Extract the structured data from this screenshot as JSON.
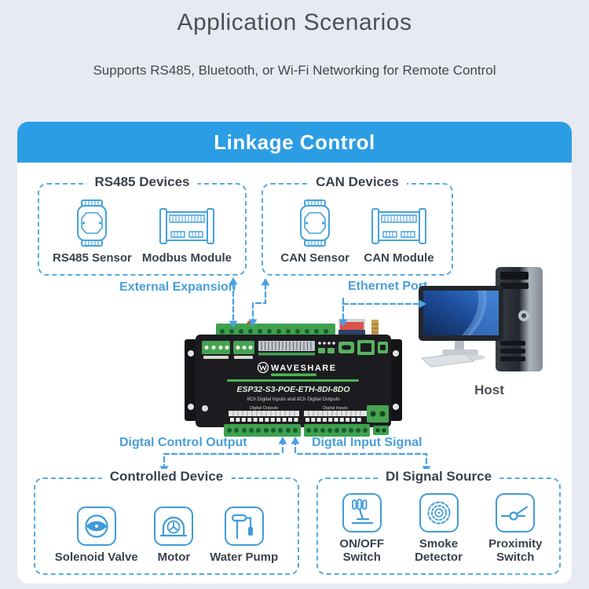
{
  "page": {
    "title": "Application Scenarios",
    "subtitle": "Supports RS485, Bluetooth, or Wi-Fi Networking for Remote Control"
  },
  "card": {
    "header": "Linkage Control"
  },
  "colors": {
    "header_bg": "#2b9de4",
    "accent_blue": "#45a2dc",
    "label_blue": "#4a9fd8",
    "board_green": "#3da14f",
    "background": "#e7eaf2"
  },
  "groups": {
    "rs485": {
      "title": "RS485 Devices",
      "items": [
        {
          "label": "RS485 Sensor",
          "icon": "rs485-sensor-icon"
        },
        {
          "label": "Modbus Module",
          "icon": "modbus-module-icon"
        }
      ]
    },
    "can": {
      "title": "CAN Devices",
      "items": [
        {
          "label": "CAN Sensor",
          "icon": "can-sensor-icon"
        },
        {
          "label": "CAN Module",
          "icon": "can-module-icon"
        }
      ]
    },
    "controlled": {
      "title": "Controlled Device",
      "items": [
        {
          "label": "Solenoid Valve",
          "icon": "solenoid-valve-icon"
        },
        {
          "label": "Motor",
          "icon": "motor-icon"
        },
        {
          "label": "Water Pump",
          "icon": "water-pump-icon"
        }
      ]
    },
    "di": {
      "title": "DI Signal Source",
      "items": [
        {
          "label": "ON/OFF Switch",
          "icon": "on-off-switch-icon"
        },
        {
          "label": "Smoke Detector",
          "icon": "smoke-detector-icon"
        },
        {
          "label": "Proximity Switch",
          "icon": "proximity-switch-icon"
        }
      ]
    }
  },
  "connections": {
    "external_expansion": "External Expansion",
    "ethernet_port": "Ethernet Port",
    "digital_control_output": "Digtal Control Output",
    "digital_input_signal": "Digtal Input Signal"
  },
  "device": {
    "brand": "WAVESHARE",
    "model": "ESP32-S3-POE-ETH-8DI-8DO",
    "description": "8Ch Digital Inputs and 8Ch Digital Outputs",
    "label_outputs": "Digital Outputs",
    "label_inputs": "Digital Inputs"
  },
  "host": {
    "label": "Host"
  }
}
